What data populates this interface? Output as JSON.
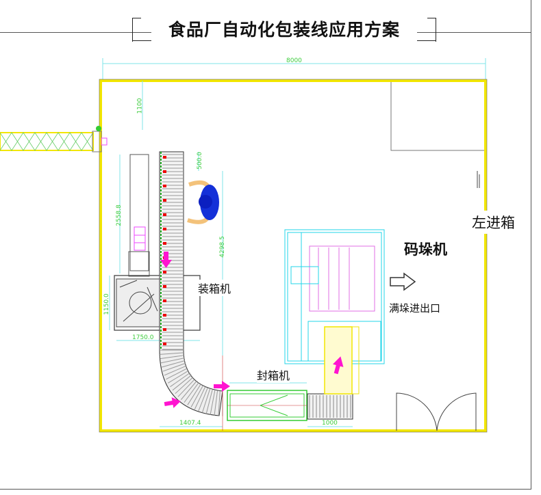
{
  "title": "食品厂自动化包装线应用方案",
  "labels": {
    "left_box_in": "左进箱",
    "palletizer": "码垛机",
    "full_pallet_io": "满垛进出口",
    "case_packer": "装箱机",
    "case_sealer": "封箱机"
  },
  "dimensions": {
    "room_width": "8000",
    "top_offset": "1100",
    "conveyor_gap": "500.0",
    "upper_length": "2558.8",
    "conveyor_length": "4298.5",
    "packer_depth": "1150.0",
    "packer_width": "1750.0",
    "curve_width": "1407.4",
    "roller_width": "1000"
  },
  "colors": {
    "wall": "#f2e600",
    "dimension": "#3ccc3c",
    "palletizer": "#22d4e8",
    "arrow": "#ff14d0",
    "sealer": "#33cc33"
  }
}
